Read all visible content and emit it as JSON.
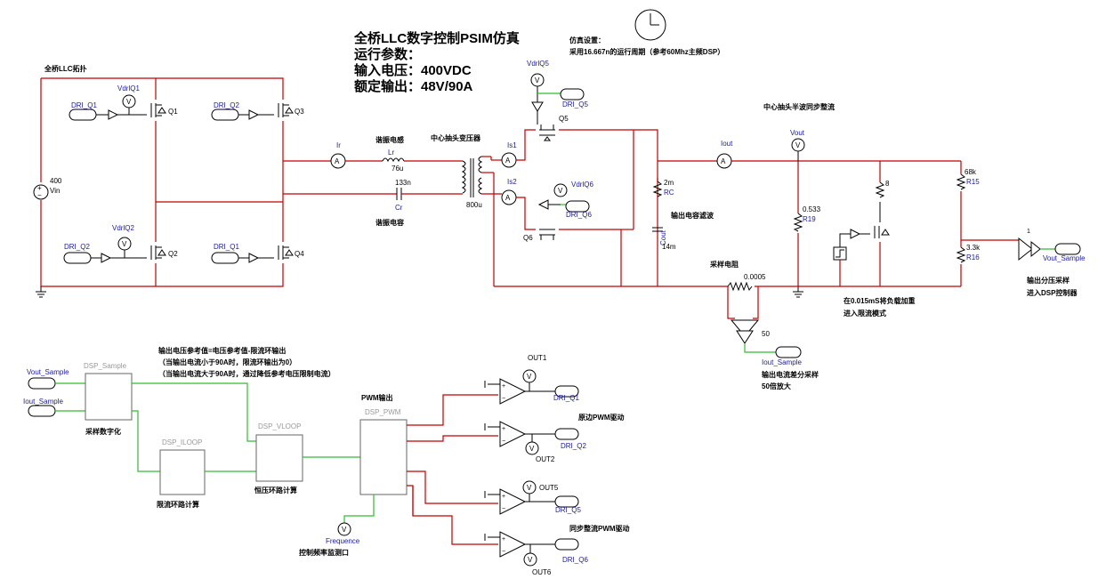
{
  "title": {
    "line1": "全桥LLC数字控制PSIM仿真",
    "line2": "运行参数：",
    "line3": "输入电压：400VDC",
    "line4": "额定输出：48V/90A"
  },
  "sim_settings": {
    "heading": "仿真设置：",
    "text": "采用16.667n的运行周期（参考60Mhz主频DSP）"
  },
  "sections": {
    "full_bridge": "全桥LLC拓扑",
    "resonant_inductor": "谐振电感",
    "resonant_cap": "谐振电容",
    "transformer": "中心抽头变压器",
    "sync_rect": "中心抽头半波同步整流",
    "output_cap": "输出电容滤波",
    "shunt": "采样电阻",
    "load_note1": "在0.015mS将负载加重",
    "load_note2": "进入限流模式",
    "vout_note1": "输出分压采样",
    "vout_note2": "进入DSP控制器",
    "iout_note1": "输出电流差分采样",
    "iout_note2": "50倍放大",
    "ref_note1": "输出电压参考值=电压参考值-限流环输出",
    "ref_note2": "（当输出电流小于90A时，限流环输出为0）",
    "ref_note3": "（当输出电流大于90A时，通过降低参考电压限制电流）",
    "pwm_out": "PWM输出",
    "sampling_digital": "采样数字化",
    "current_loop_calc": "限流环路计算",
    "voltage_loop_calc": "恒压环路计算",
    "freq_monitor": "控制频率监测口",
    "primary_pwm": "原边PWM驱动",
    "sync_pwm": "同步整流PWM驱动"
  },
  "components": {
    "vin_value": "400",
    "vin_name": "Vin",
    "q1": "Q1",
    "q2": "Q2",
    "q3": "Q3",
    "q4": "Q4",
    "q5": "Q5",
    "q6": "Q6",
    "vdrl_q1": "VdrlQ1",
    "vdrl_q2": "VdrlQ2",
    "vdrl_q5": "VdrlQ5",
    "vdrl_q6": "VdrlQ6",
    "lr_name": "Lr",
    "lr_value": "76u",
    "cr_name": "Cr",
    "cr_value": "133n",
    "lm_value": "800u",
    "ir": "Ir",
    "is1": "Is1",
    "is2": "Is2",
    "iout": "Iout",
    "vout": "Vout",
    "rc_name": "RC",
    "rc_value": "2m",
    "cout_name": "Cout",
    "cout_value": "14m",
    "r19_name": "R19",
    "r19_value": "0.533",
    "rload_value": "8",
    "r15_name": "R15",
    "r15_value": "68k",
    "r16_name": "R16",
    "r16_value": "3.3k",
    "shunt_value": "0.0005",
    "amp_gain": "50",
    "buf_gain": "1"
  },
  "labels": {
    "dri_q1": "DRI_Q1",
    "dri_q2": "DRI_Q2",
    "dri_q5": "DRI_Q5",
    "dri_q6": "DRI_Q6",
    "vout_sample": "Vout_Sample",
    "iout_sample": "Iout_Sample"
  },
  "blocks": {
    "sample": "DSP_Sample",
    "iloop": "DSP_ILOOP",
    "vloop": "DSP_VLOOP",
    "pwm": "DSP_PWM"
  },
  "outputs": {
    "out1": "OUT1",
    "out2": "OUT2",
    "out5": "OUT5",
    "out6": "OUT6",
    "frequency": "Frequence"
  }
}
